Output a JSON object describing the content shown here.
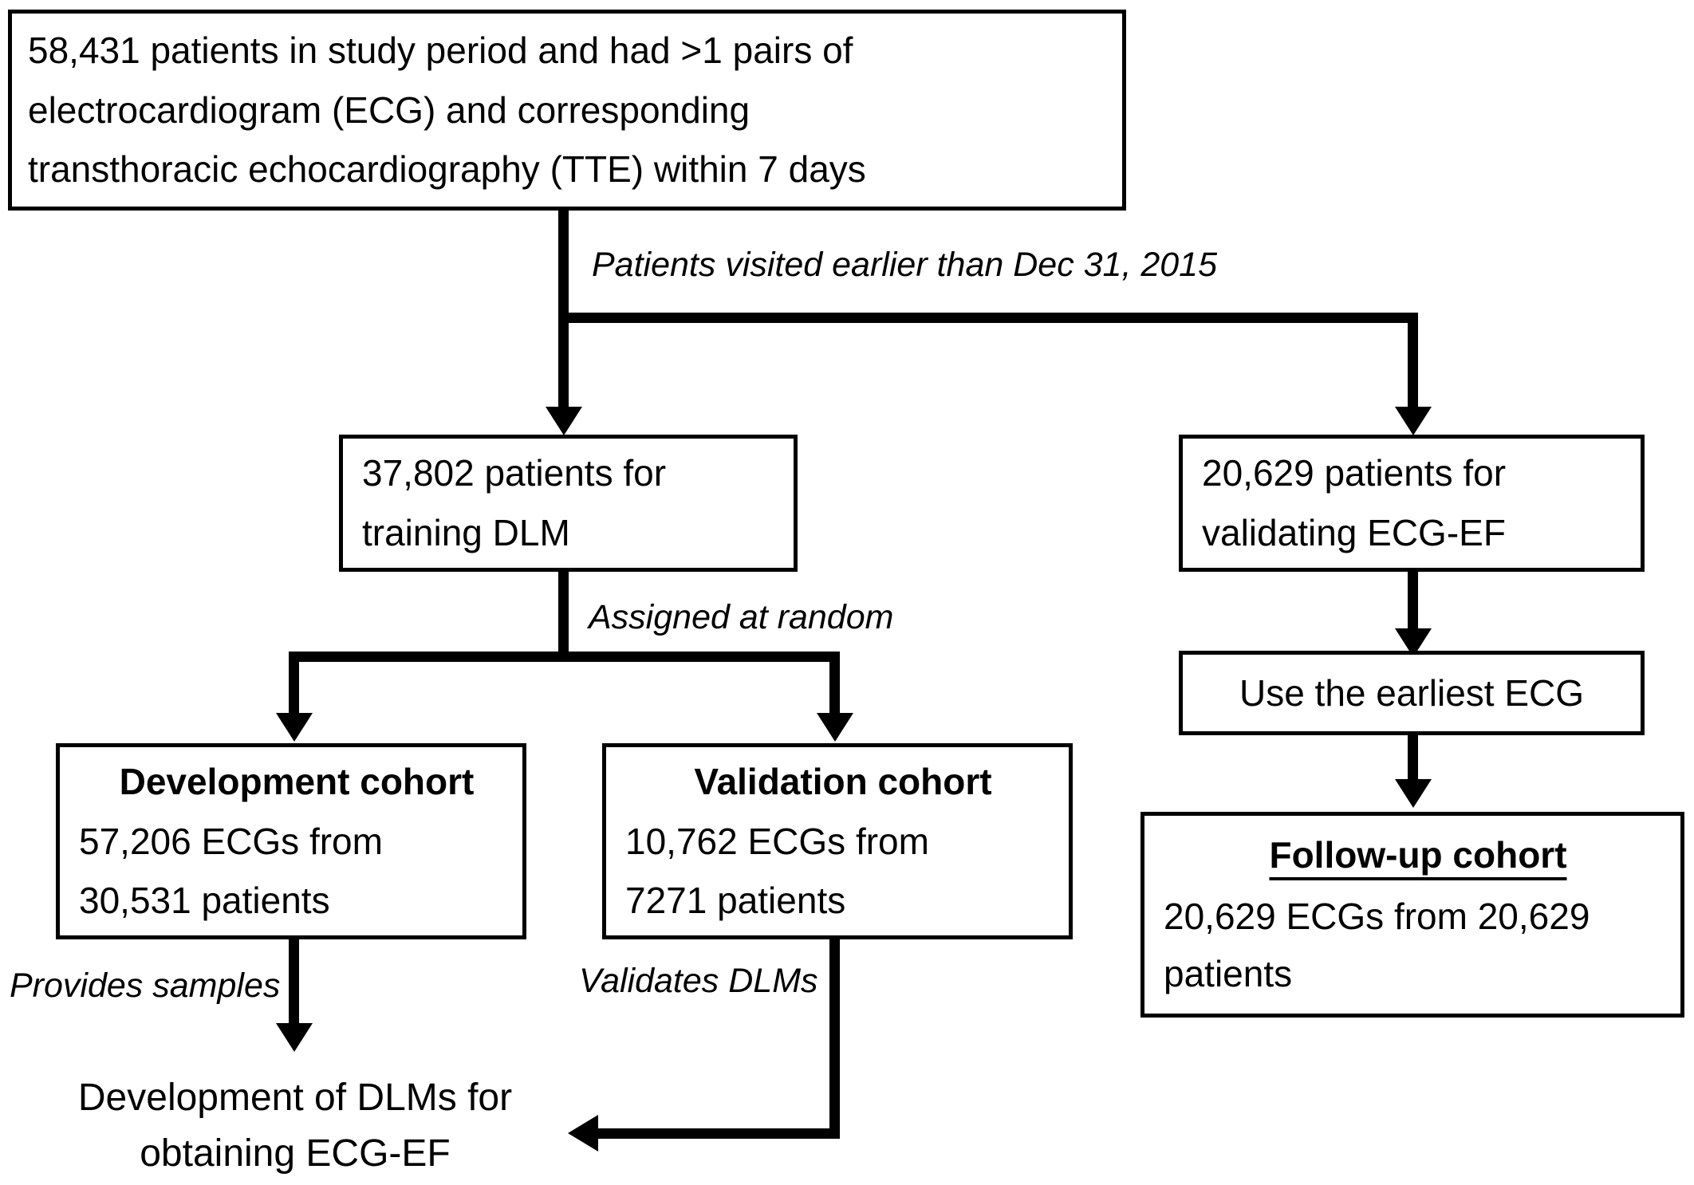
{
  "diagram": {
    "colors": {
      "ink": "#000000",
      "background": "#ffffff"
    },
    "nodes": {
      "eligible": {
        "line1": "58,431 patients in study period and had >1 pairs of",
        "line2": "electrocardiogram (ECG) and corresponding",
        "line3": "transthoracic echocardiography (TTE) within 7 days"
      },
      "training": {
        "line1": "37,802 patients for",
        "line2": "training DLM"
      },
      "validating": {
        "line1": "20,629 patients for",
        "line2": "validating ECG-EF"
      },
      "development_cohort": {
        "title": "Development cohort",
        "line1": "57,206 ECGs from",
        "line2": "30,531 patients"
      },
      "validation_cohort": {
        "title": "Validation cohort",
        "line1": "10,762 ECGs from",
        "line2": "7271 patients"
      },
      "use_earliest": {
        "text": "Use the earliest ECG"
      },
      "followup_cohort": {
        "title": "Follow-up cohort",
        "line1": "20,629 ECGs from 20,629",
        "line2": "patients"
      },
      "dlm_development": {
        "line1": "Development of DLMs for",
        "line2": "obtaining ECG-EF"
      }
    },
    "edge_labels": {
      "visited": "Patients visited earlier than Dec 31, 2015",
      "random": "Assigned at random",
      "provides": "Provides samples",
      "validates": "Validates DLMs"
    }
  }
}
